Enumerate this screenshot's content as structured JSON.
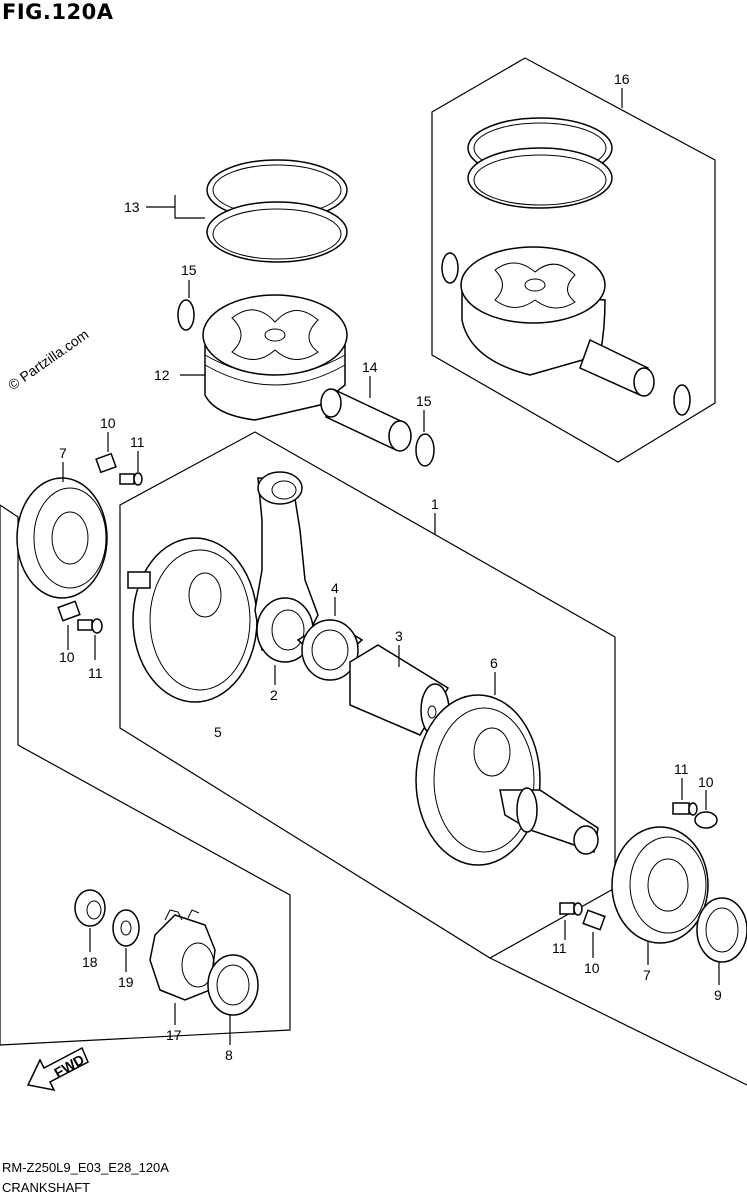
{
  "figure": {
    "title": "FIG.120A",
    "code": "RM-Z250L9_E03_E28_120A",
    "caption": "CRANKSHAFT",
    "watermark": "© Partzilla.com",
    "fwd_label": "FWD"
  },
  "callouts": [
    {
      "id": "16",
      "text": "16"
    },
    {
      "id": "13",
      "text": "13"
    },
    {
      "id": "15a",
      "text": "15"
    },
    {
      "id": "12",
      "text": "12"
    },
    {
      "id": "14",
      "text": "14"
    },
    {
      "id": "15b",
      "text": "15"
    },
    {
      "id": "10a",
      "text": "10"
    },
    {
      "id": "11a",
      "text": "11"
    },
    {
      "id": "7a",
      "text": "7"
    },
    {
      "id": "1",
      "text": "1"
    },
    {
      "id": "4",
      "text": "4"
    },
    {
      "id": "3",
      "text": "3"
    },
    {
      "id": "10b",
      "text": "10"
    },
    {
      "id": "11b",
      "text": "11"
    },
    {
      "id": "2",
      "text": "2"
    },
    {
      "id": "6",
      "text": "6"
    },
    {
      "id": "5",
      "text": "5"
    },
    {
      "id": "11c",
      "text": "11"
    },
    {
      "id": "10c",
      "text": "10"
    },
    {
      "id": "18",
      "text": "18"
    },
    {
      "id": "19",
      "text": "19"
    },
    {
      "id": "17",
      "text": "17"
    },
    {
      "id": "8",
      "text": "8"
    },
    {
      "id": "11d",
      "text": "11"
    },
    {
      "id": "10d",
      "text": "10"
    },
    {
      "id": "7b",
      "text": "7"
    },
    {
      "id": "9",
      "text": "9"
    }
  ]
}
